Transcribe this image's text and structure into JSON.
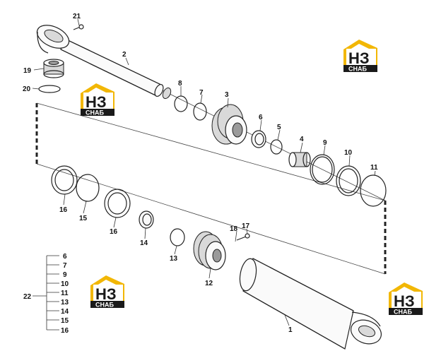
{
  "callouts": {
    "c1": "1",
    "c2": "2",
    "c3": "3",
    "c4": "4",
    "c5": "5",
    "c6": "6",
    "c7": "7",
    "c8": "8",
    "c9": "9",
    "c10": "10",
    "c11": "11",
    "c12": "12",
    "c13": "13",
    "c14": "14",
    "c15": "15",
    "c16a": "16",
    "c16b": "16",
    "c17": "17",
    "c18": "18",
    "c19": "19",
    "c20": "20",
    "c21": "21",
    "c22": "22"
  },
  "kit_list": [
    "6",
    "7",
    "9",
    "10",
    "11",
    "13",
    "14",
    "15",
    "16"
  ],
  "logo": {
    "letters": "НЗ",
    "caption": "СНАБ"
  },
  "colors": {
    "logo_yellow": "#f2b705",
    "logo_black": "#1a1a1a",
    "line": "#222222"
  }
}
